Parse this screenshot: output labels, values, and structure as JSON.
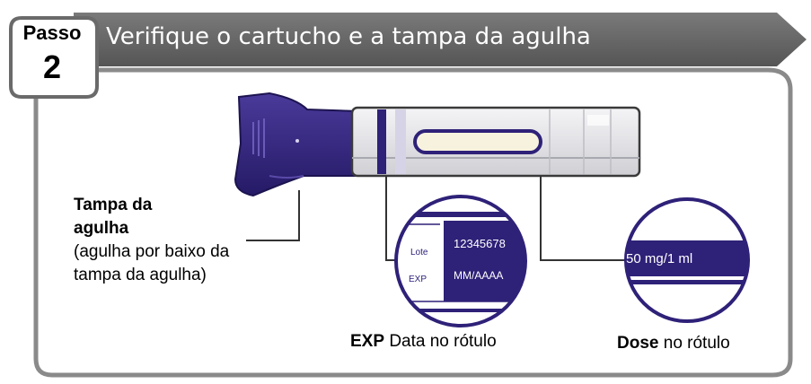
{
  "header": {
    "step_word": "Passo",
    "step_number": "2",
    "title": "Verifique o cartucho e a tampa da agulha"
  },
  "needle_cap": {
    "label_bold": "Tampa da agulha",
    "label_note": "(agulha por baixo da tampa da agulha)"
  },
  "label_inset": {
    "lot_key": "Lote",
    "lot_value": "12345678",
    "exp_key": "EXP",
    "exp_value": "MM/AAAA",
    "caption_bold": "EXP",
    "caption_rest": "Data no rótulo"
  },
  "dose_inset": {
    "value": "50 mg/1 ml",
    "caption_bold": "Dose",
    "caption_rest": "no rótulo"
  },
  "colors": {
    "header_band": "#666666",
    "device_purple": "#2e2178",
    "panel_border": "#8a8a8a"
  }
}
